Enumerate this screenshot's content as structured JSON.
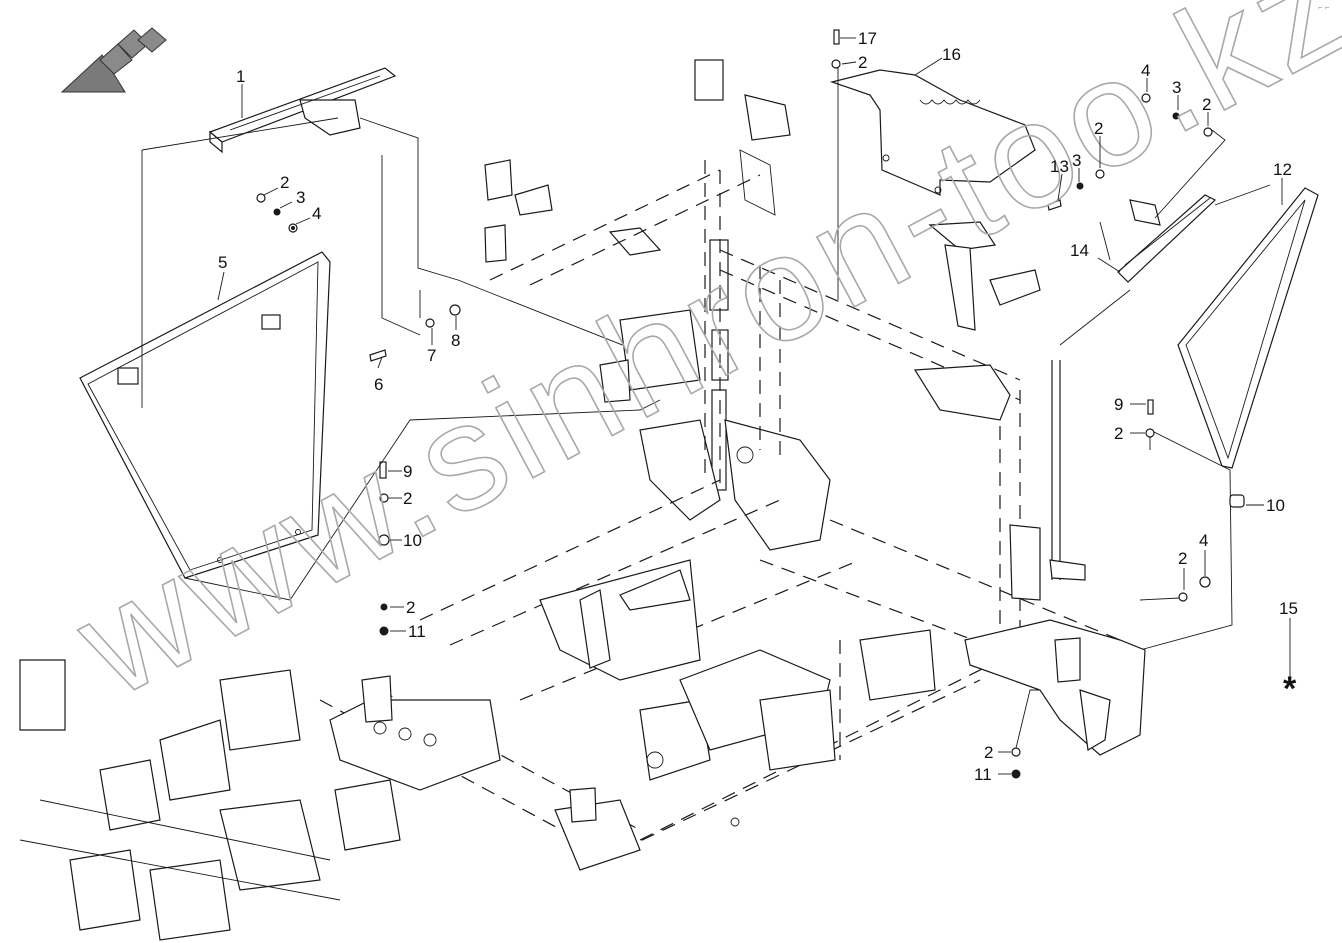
{
  "watermark": "www.sinhron-too.kz",
  "asterisk": "*",
  "corner_mark": "⌐ ⌐",
  "callouts": [
    {
      "id": "c-1",
      "label": "1"
    },
    {
      "id": "c-2a",
      "label": "2"
    },
    {
      "id": "c-3a",
      "label": "3"
    },
    {
      "id": "c-4a",
      "label": "4"
    },
    {
      "id": "c-5",
      "label": "5"
    },
    {
      "id": "c-6",
      "label": "6"
    },
    {
      "id": "c-7",
      "label": "7"
    },
    {
      "id": "c-8",
      "label": "8"
    },
    {
      "id": "c-9a",
      "label": "9"
    },
    {
      "id": "c-2b",
      "label": "2"
    },
    {
      "id": "c-10a",
      "label": "10"
    },
    {
      "id": "c-2c",
      "label": "2"
    },
    {
      "id": "c-11a",
      "label": "11"
    },
    {
      "id": "c-17",
      "label": "17"
    },
    {
      "id": "c-2d",
      "label": "2"
    },
    {
      "id": "c-16",
      "label": "16"
    },
    {
      "id": "c-4b",
      "label": "4"
    },
    {
      "id": "c-3b",
      "label": "3"
    },
    {
      "id": "c-2e",
      "label": "2"
    },
    {
      "id": "c-2f",
      "label": "2"
    },
    {
      "id": "c-13",
      "label": "13"
    },
    {
      "id": "c-3c",
      "label": "3"
    },
    {
      "id": "c-12",
      "label": "12"
    },
    {
      "id": "c-14",
      "label": "14"
    },
    {
      "id": "c-9b",
      "label": "9"
    },
    {
      "id": "c-2g",
      "label": "2"
    },
    {
      "id": "c-10b",
      "label": "10"
    },
    {
      "id": "c-2h",
      "label": "2"
    },
    {
      "id": "c-4c",
      "label": "4"
    },
    {
      "id": "c-15",
      "label": "15"
    },
    {
      "id": "c-2i",
      "label": "2"
    },
    {
      "id": "c-11b",
      "label": "11"
    }
  ]
}
